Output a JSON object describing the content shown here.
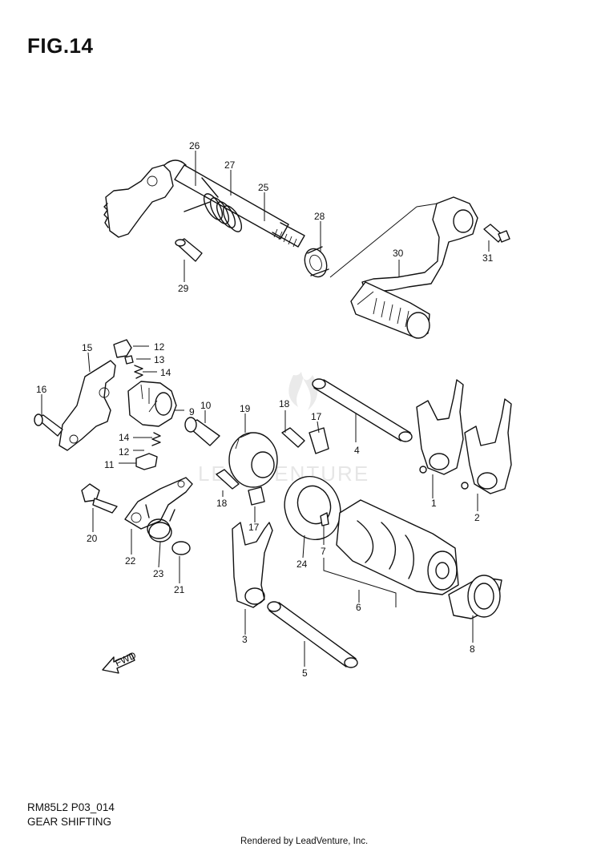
{
  "figure": {
    "title": "FIG.14",
    "model_code": "RM85L2 P03_014",
    "caption": "GEAR SHIFTING",
    "rendered_by": "Rendered by LeadVenture, Inc.",
    "watermark": "LEADVENTURE",
    "arrow_label": "FWD"
  },
  "part_numbers": [
    "1",
    "2",
    "3",
    "4",
    "5",
    "6",
    "7",
    "8",
    "9",
    "10",
    "11",
    "12",
    "12",
    "13",
    "14",
    "14",
    "15",
    "16",
    "17",
    "17",
    "18",
    "18",
    "19",
    "20",
    "21",
    "22",
    "23",
    "24",
    "25",
    "26",
    "27",
    "28",
    "29",
    "30",
    "31"
  ],
  "colors": {
    "line": "#111111",
    "background": "#ffffff",
    "watermark": "#c8c8c8"
  }
}
